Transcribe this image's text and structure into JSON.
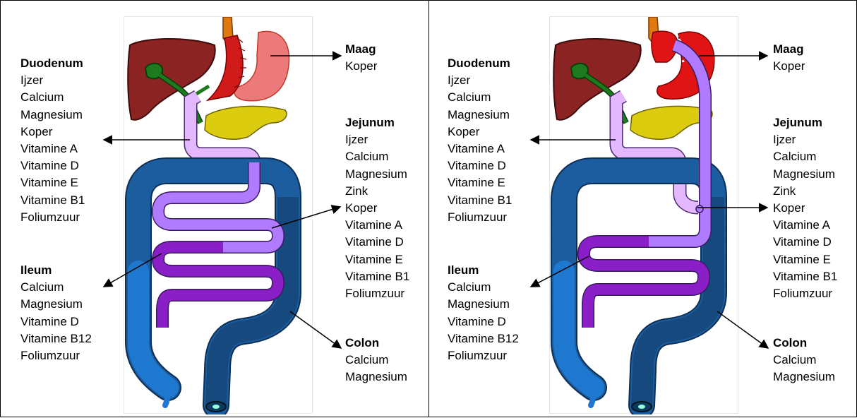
{
  "panels": [
    {
      "labels": {
        "maag": {
          "title": "Maag",
          "items": [
            "Koper"
          ]
        },
        "duodenum": {
          "title": "Duodenum",
          "items": [
            "Ijzer",
            "Calcium",
            "Magnesium",
            "Koper",
            "Vitamine A",
            "Vitamine D",
            "Vitamine E",
            "Vitamine B1",
            "Foliumzuur"
          ]
        },
        "jejunum": {
          "title": "Jejunum",
          "items": [
            "Ijzer",
            "Calcium",
            "Magnesium",
            "Zink",
            "Koper",
            "Vitamine A",
            "Vitamine D",
            "Vitamine E",
            "Vitamine B1",
            "Foliumzuur"
          ]
        },
        "ileum": {
          "title": "Ileum",
          "items": [
            "Calcium",
            "Magnesium",
            "Vitamine D",
            "Vitamine B12",
            "Foliumzuur"
          ]
        },
        "colon": {
          "title": "Colon",
          "items": [
            "Calcium",
            "Magnesium"
          ]
        }
      }
    },
    {
      "labels": {
        "maag": {
          "title": "Maag",
          "items": [
            "Koper"
          ]
        },
        "duodenum": {
          "title": "Duodenum",
          "items": [
            "Ijzer",
            "Calcium",
            "Magnesium",
            "Koper",
            "Vitamine A",
            "Vitamine D",
            "Vitamine E",
            "Vitamine B1",
            "Foliumzuur"
          ]
        },
        "jejunum": {
          "title": "Jejunum",
          "items": [
            "Ijzer",
            "Calcium",
            "Magnesium",
            "Zink",
            "Koper",
            "Vitamine A",
            "Vitamine D",
            "Vitamine E",
            "Vitamine B1",
            "Foliumzuur"
          ]
        },
        "ileum": {
          "title": "Ileum",
          "items": [
            "Calcium",
            "Magnesium",
            "Vitamine D",
            "Vitamine B12",
            "Foliumzuur"
          ]
        },
        "colon": {
          "title": "Colon",
          "items": [
            "Calcium",
            "Magnesium"
          ]
        }
      }
    }
  ]
}
